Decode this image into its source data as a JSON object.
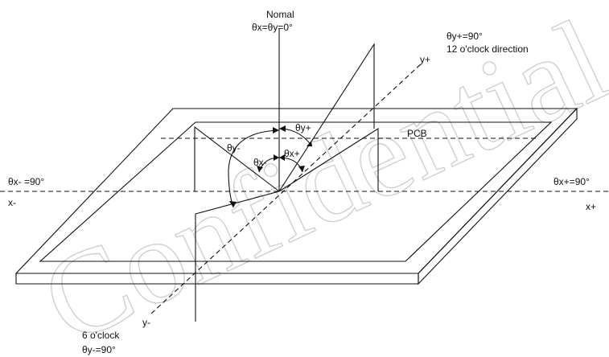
{
  "watermark": {
    "text": "Confidential"
  },
  "labels": {
    "normal_title": "Nomal",
    "normal_angle": "θx=θy=0°",
    "y_plus_angle": "θy+=90°",
    "y_plus_direction": "12 o'clock direction",
    "y_plus_axis": "y+",
    "pcb": "PCB",
    "theta_y_plus": "θy+",
    "theta_y_minus": "θy-",
    "theta_x_plus": "θx+",
    "theta_x_minus": "θx-",
    "x_minus_angle": "θx- =90°",
    "x_minus_axis": "x-",
    "x_plus_angle": "θx+=90°",
    "x_plus_axis": "x+",
    "y_minus_axis": "y-",
    "y_minus_direction": "6 o'clock",
    "y_minus_angle": "θy-=90°"
  },
  "colors": {
    "line": "#111111",
    "watermark": "#cfcfcf",
    "background": "#ffffff"
  }
}
